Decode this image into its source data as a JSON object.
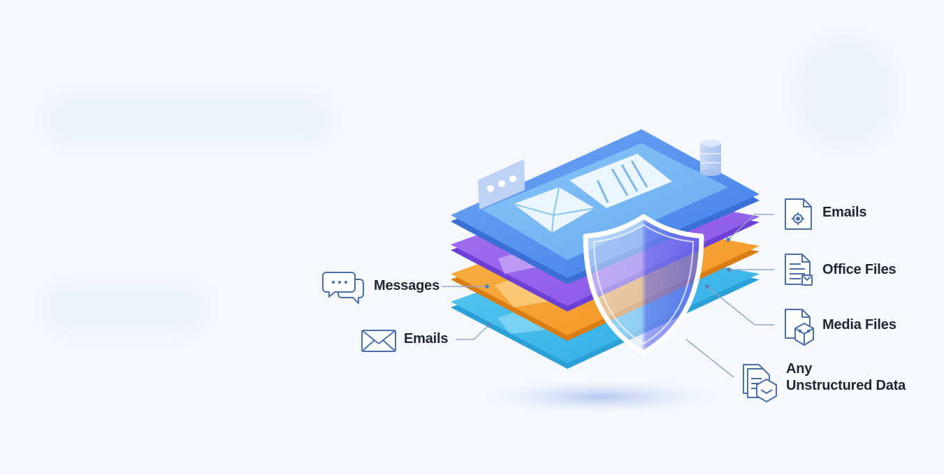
{
  "labels": {
    "left": {
      "messages": "Messages",
      "emails": "Emails"
    },
    "right": {
      "emails": "Emails",
      "office_files": "Office Files",
      "media_files": "Media Files",
      "any_unstructured_line1": "Any",
      "any_unstructured_line2": "Unstructured Data"
    }
  },
  "icons": {
    "left": [
      "chat-bubbles-icon",
      "envelope-icon"
    ],
    "right": [
      "document-gear-icon",
      "document-lines-icon",
      "document-cube-icon",
      "document-stack-icon"
    ]
  },
  "colors": {
    "background": "#f5f8fc",
    "layer_top": "#5a8ff0",
    "layer_purple": "#9a63ec",
    "layer_orange": "#f5a22f",
    "layer_cyan": "#3cb8ea",
    "icon_stroke": "#4a6fa8",
    "connector": "#90a8c8",
    "text": "#1f2633"
  }
}
